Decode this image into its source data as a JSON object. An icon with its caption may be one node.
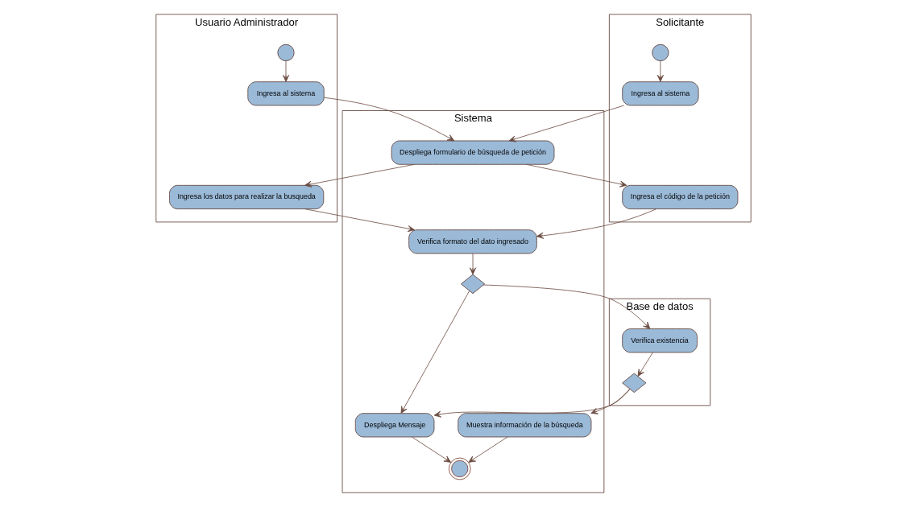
{
  "diagram": {
    "nodes": [
      {
        "text": [
          "Usuario Administrador"
        ]
      },
      {
        "text": [
          "Sistema"
        ]
      },
      {
        "text": [
          "Base de datos"
        ]
      },
      {
        "text": [
          "Solicitante"
        ]
      },
      {
        "text": [],
        "shape": "circle",
        "in": 0
      },
      {
        "text": [
          "Ingresa al sistema"
        ],
        "in": 0
      },
      {
        "text": [
          "Ingresa los datos para realizar la busqueda"
        ],
        "in": 0
      },
      {
        "text": [
          "Despliega formulario de búsqueda de petición"
        ],
        "in": 1
      },
      {
        "text": [
          "Verifica formato del dato ingresado"
        ],
        "in": 1
      },
      {
        "text": [],
        "shape": "diamond",
        "in": 1
      },
      {
        "text": [
          "Despliega Mensaje"
        ],
        "in": 1
      },
      {
        "text": [],
        "shape": "circle",
        "in": 1
      },
      {
        "text": [
          "Muestra información de la búsqueda"
        ],
        "in": 1
      },
      {
        "text": [
          "Verifica existencia"
        ],
        "in": 2
      },
      {
        "text": [],
        "shape": "diamond",
        "in": 2
      },
      {
        "text": [],
        "shape": "circle",
        "in": 3
      },
      {
        "text": [
          "Ingresa al sistema"
        ],
        "in": 3
      },
      {
        "text": [
          "Ingresa el código de la petición"
        ],
        "in": 3
      }
    ],
    "edges": [
      {
        "from": 4,
        "to": 5,
        "arrow": "to"
      },
      {
        "from": 5,
        "to": 7,
        "arrow": "to"
      },
      {
        "from": 15,
        "to": 16,
        "arrow": "to"
      },
      {
        "from": 16,
        "to": 7,
        "arrow": "to"
      },
      {
        "from": 7,
        "to": 6,
        "arrow": "to"
      },
      {
        "from": 7,
        "to": 17,
        "arrow": "to"
      },
      {
        "from": 6,
        "to": 8,
        "arrow": "to"
      },
      {
        "from": 17,
        "to": 8,
        "arrow": "to"
      },
      {
        "from": 8,
        "to": 9,
        "arrow": "to"
      },
      {
        "from": 9,
        "to": 13,
        "arrow": "to"
      },
      {
        "from": 9,
        "to": 10,
        "arrow": "to"
      },
      {
        "from": 13,
        "to": 14,
        "arrow": "to"
      },
      {
        "from": 14,
        "to": 10,
        "arrow": "to"
      },
      {
        "from": 14,
        "to": 12,
        "arrow": "to"
      },
      {
        "from": 10,
        "to": 11,
        "arrow": "to"
      },
      {
        "from": 12,
        "to": 11,
        "arrow": "to"
      }
    ]
  }
}
